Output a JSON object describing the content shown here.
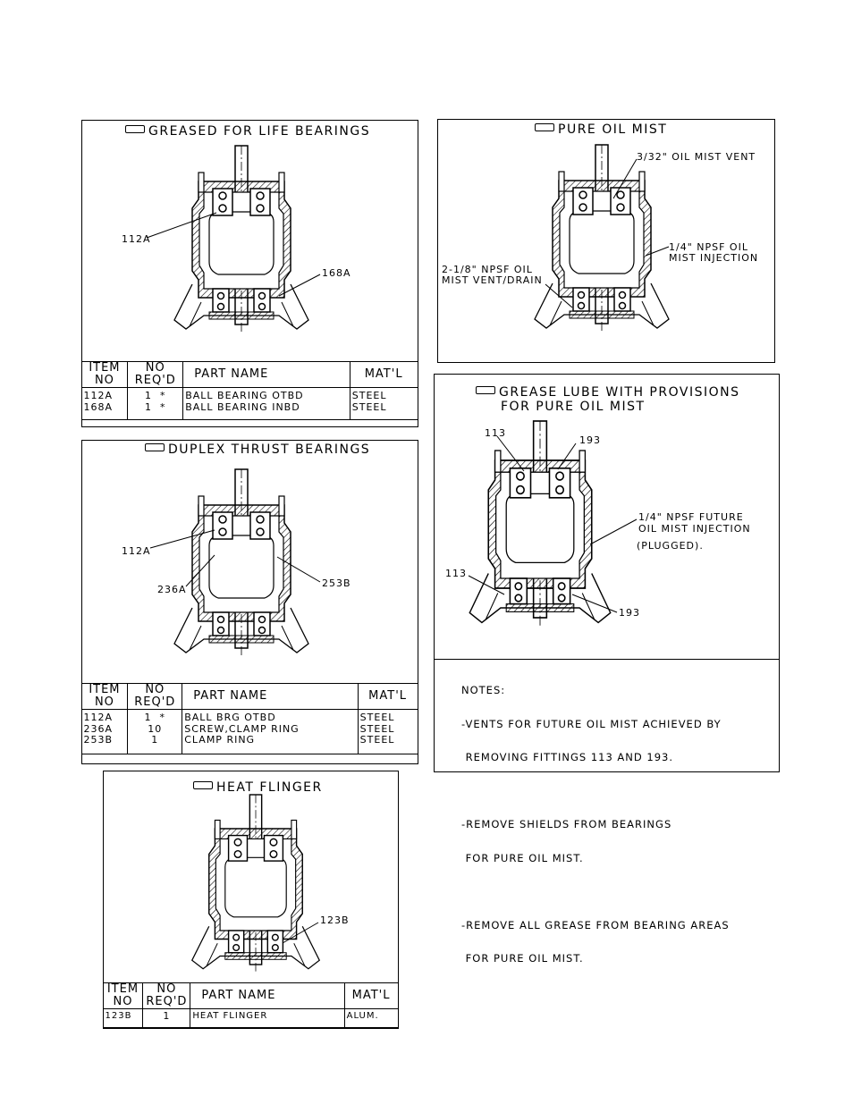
{
  "panels": {
    "greased": {
      "title": "GREASED FOR LIFE BEARINGS",
      "callouts": [
        "112A",
        "168A"
      ],
      "table": {
        "headers": {
          "item_1": "ITEM",
          "item_2": "NO",
          "req_1": "NO",
          "req_2": "REQ'D",
          "part": "PART NAME",
          "mat": "MAT'L"
        },
        "rows": [
          {
            "item": "112A",
            "req": "1",
            "mark": "*",
            "part": "BALL BEARING OTBD",
            "mat": "STEEL"
          },
          {
            "item": "168A",
            "req": "1",
            "mark": "*",
            "part": "BALL BEARING INBD",
            "mat": "STEEL"
          }
        ]
      }
    },
    "duplex": {
      "title": "DUPLEX THRUST BEARINGS",
      "callouts": [
        "112A",
        "236A",
        "253B"
      ],
      "table": {
        "headers": {
          "item_1": "ITEM",
          "item_2": "NO",
          "req_1": "NO",
          "req_2": "REQ'D",
          "part": "PART NAME",
          "mat": "MAT'L"
        },
        "rows": [
          {
            "item": "112A",
            "req": "1",
            "mark": "*",
            "part": "BALL BRG OTBD",
            "mat": "STEEL"
          },
          {
            "item": "236A",
            "req": "10",
            "mark": "",
            "part": "SCREW,CLAMP RING",
            "mat": "STEEL"
          },
          {
            "item": "253B",
            "req": "1",
            "mark": "",
            "part": "CLAMP RING",
            "mat": "STEEL"
          }
        ]
      }
    },
    "heat": {
      "title": "HEAT FLINGER",
      "callouts": [
        "123B"
      ],
      "table": {
        "headers": {
          "item_1": "ITEM",
          "item_2": "NO",
          "req_1": "NO",
          "req_2": "REQ'D",
          "part": "PART NAME",
          "mat": "MAT'L"
        },
        "rows": [
          {
            "item": "123B",
            "req": "1",
            "mark": "",
            "part": "HEAT FLINGER",
            "mat": "ALUM."
          }
        ]
      }
    },
    "pure_oil": {
      "title": "PURE OIL MIST",
      "callouts": {
        "vent": "3/32\" OIL MIST VENT",
        "inj_1": "1/4\" NPSF OIL",
        "inj_2": "MIST INJECTION",
        "drain_1": "2-1/8\" NPSF OIL",
        "drain_2": "MIST VENT/DRAIN"
      }
    },
    "grease_lube": {
      "title_1": "GREASE LUBE WITH PROVISIONS",
      "title_2": "FOR PURE OIL MIST",
      "callouts": {
        "a": "113",
        "b": "193",
        "c": "113",
        "d": "193",
        "fut_1": "1/4\" NPSF FUTURE",
        "fut_2": "OIL MIST INJECTION",
        "fut_3": "(PLUGGED)."
      },
      "notes": [
        "NOTES:",
        "-VENTS FOR FUTURE OIL MIST ACHIEVED BY",
        " REMOVING FITTINGS 113 AND 193.",
        "",
        "-REMOVE SHIELDS FROM BEARINGS",
        " FOR PURE OIL MIST.",
        "",
        "-REMOVE ALL GREASE FROM BEARING AREAS",
        " FOR PURE OIL MIST."
      ]
    }
  }
}
